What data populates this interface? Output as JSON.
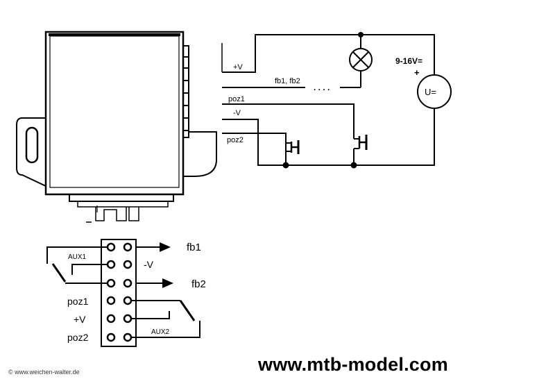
{
  "circuit": {
    "plus_v": "+V",
    "fb_line": "fb1, fb2",
    "dots": ". . . .",
    "poz1": "poz1",
    "minus_v": "-V",
    "poz2": "poz2",
    "supply_voltage": "9-16V=",
    "plus_sign": "+",
    "meter_label": "U="
  },
  "connector": {
    "fb1": "fb1",
    "aux1": "AUX1",
    "minus_v": "-V",
    "fb2": "fb2",
    "poz1": "poz1",
    "plus_v": "+V",
    "aux2": "AUX2",
    "poz2": "poz2"
  },
  "footer": {
    "credit": "© www.weichen-walter.de",
    "website": "www.mtb-model.com"
  }
}
